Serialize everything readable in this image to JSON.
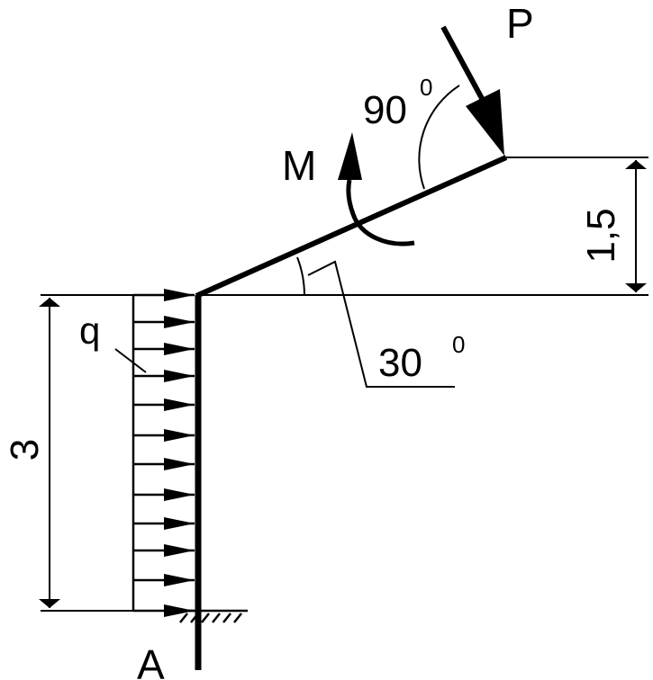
{
  "labels": {
    "P": "P",
    "M": "M",
    "q": "q",
    "A": "A",
    "angle_top": "90",
    "angle_top_deg": "0",
    "angle_base": "30",
    "angle_base_deg": "0",
    "dim_height": "3",
    "dim_rise": "1,5"
  },
  "colors": {
    "ink": "#000000",
    "background": "#ffffff"
  }
}
